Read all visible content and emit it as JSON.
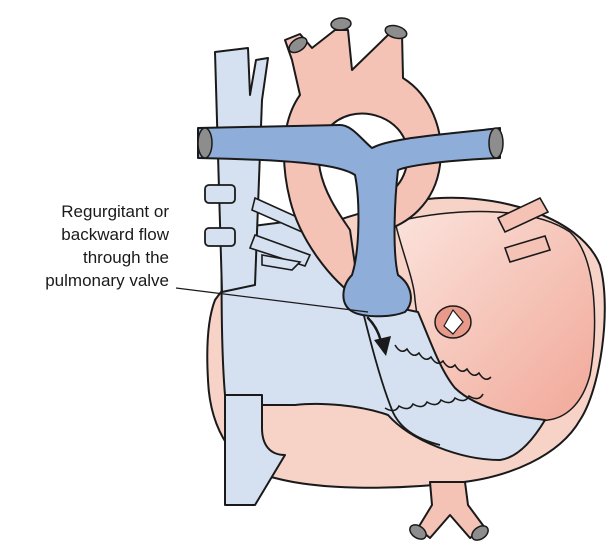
{
  "annotation": {
    "lines": [
      "Regurgitant or",
      "backward flow",
      "through the",
      "pulmonary valve"
    ]
  },
  "colors": {
    "venous_blue": "#d5e1f1",
    "pulmonary_artery_blue": "#8fadd9",
    "vessel_pink": "#f4c3b6",
    "heart_wall_pink": "#f7d2c7",
    "left_ventricle_gradient_light": "#fbe3dc",
    "left_ventricle_gradient_dark": "#f1a898",
    "vessel_cap_gray": "#8d8d8d",
    "outline": "#1a1a1a"
  }
}
